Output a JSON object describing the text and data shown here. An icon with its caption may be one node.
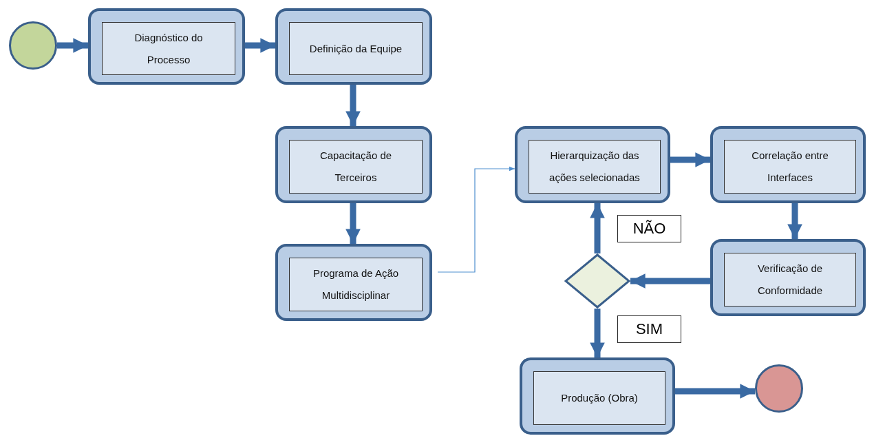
{
  "diagram": {
    "nodes": [
      {
        "text": [],
        "shape": "circle"
      },
      {
        "text": [
          "Diagnóstico do Processo"
        ]
      },
      {
        "text": [
          "Definição da Equipe"
        ]
      },
      {
        "text": [
          "Capacitação de Terceiros"
        ]
      },
      {
        "text": [
          "Programa de Ação Multidisciplinar"
        ]
      },
      {
        "text": [
          "Hierarquização das ações selecionadas"
        ]
      },
      {
        "text": [
          "Correlação entre Interfaces"
        ]
      },
      {
        "text": [
          "Verificação de Conformidade"
        ]
      },
      {
        "text": [],
        "shape": "diamond"
      },
      {
        "text": [
          "Produção (Obra)"
        ]
      },
      {
        "text": [],
        "shape": "circle"
      }
    ],
    "edges": [
      {
        "from": 0,
        "to": 1,
        "arrow": "to"
      },
      {
        "from": 1,
        "to": 2,
        "arrow": "to"
      },
      {
        "from": 2,
        "to": 3,
        "arrow": "to"
      },
      {
        "from": 3,
        "to": 4,
        "arrow": "to"
      },
      {
        "from": 4,
        "to": 5,
        "arrow": "to",
        "color": "#4f8fcf"
      },
      {
        "from": 5,
        "to": 6,
        "arrow": "to"
      },
      {
        "from": 6,
        "to": 7,
        "arrow": "to"
      },
      {
        "from": 7,
        "to": 8,
        "arrow": "to"
      },
      {
        "from": 8,
        "to": 5,
        "arrow": "to",
        "label": "NÃO"
      },
      {
        "from": 8,
        "to": 9,
        "arrow": "to",
        "label": "SIM"
      },
      {
        "from": 9,
        "to": 10,
        "arrow": "to"
      }
    ]
  }
}
